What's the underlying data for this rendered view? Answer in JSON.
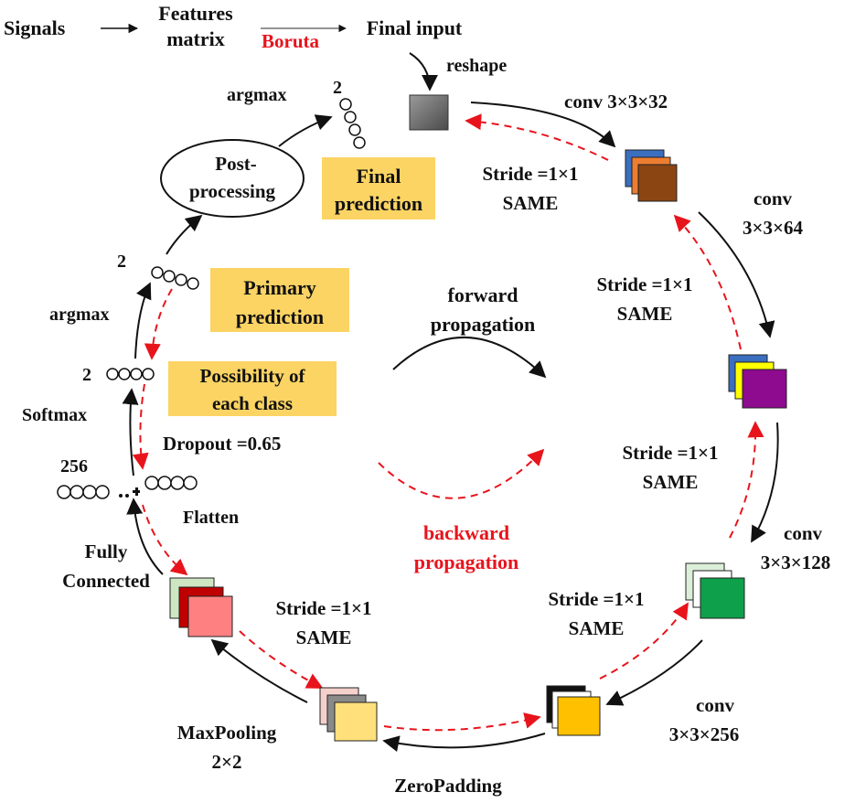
{
  "top_flow": {
    "signals": "Signals",
    "features_line1": "Features",
    "features_line2": "matrix",
    "boruta": "Boruta",
    "final_input": "Final input",
    "reshape": "reshape"
  },
  "layers": {
    "conv1": "conv 3×3×32",
    "conv2_line1": "conv",
    "conv2_line2": "3×3×64",
    "conv3_line1": "conv",
    "conv3_line2": "3×3×128",
    "conv4_line1": "conv",
    "conv4_line2": "3×3×256",
    "zeropadding": "ZeroPadding",
    "maxpool_line1": "MaxPooling",
    "maxpool_line2": "2×2",
    "fully_line1": "Fully",
    "fully_line2": "Connected",
    "flatten": "Flatten",
    "dropout": "Dropout =0.65",
    "softmax": "Softmax",
    "argmax_left": "argmax",
    "argmax_top": "argmax",
    "postproc_line1": "Post-",
    "postproc_line2": "processing"
  },
  "strides": {
    "s1_line1": "Stride =1×1",
    "s1_line2": "SAME",
    "s2_line1": "Stride =1×1",
    "s2_line2": "SAME",
    "s3_line1": "Stride =1×1",
    "s3_line2": "SAME",
    "s4_line1": "Stride =1×1",
    "s4_line2": "SAME",
    "s5_line1": "Stride =1×1",
    "s5_line2": "SAME"
  },
  "counts": {
    "n256": "256",
    "n2_softmax": "2",
    "n2_argmax": "2",
    "n2_top": "2"
  },
  "boxes": {
    "final_line1": "Final",
    "final_line2": "prediction",
    "primary_line1": "Primary",
    "primary_line2": "prediction",
    "possibility_line1": "Possibility of",
    "possibility_line2": "each class"
  },
  "center": {
    "forward_line1": "forward",
    "forward_line2": "propagation",
    "backward_line1": "backward",
    "backward_line2": "propagation"
  },
  "colors": {
    "label_box": "#fcd464",
    "red_arrow": "#e8141c",
    "conv1_front": "#8b4513",
    "conv2_front": "#8e0a8e",
    "conv3_front": "#0ea04a",
    "conv4_front": "#ffc000",
    "maxpool_front": "#ffe07a",
    "fc_front": "#ff8080"
  }
}
